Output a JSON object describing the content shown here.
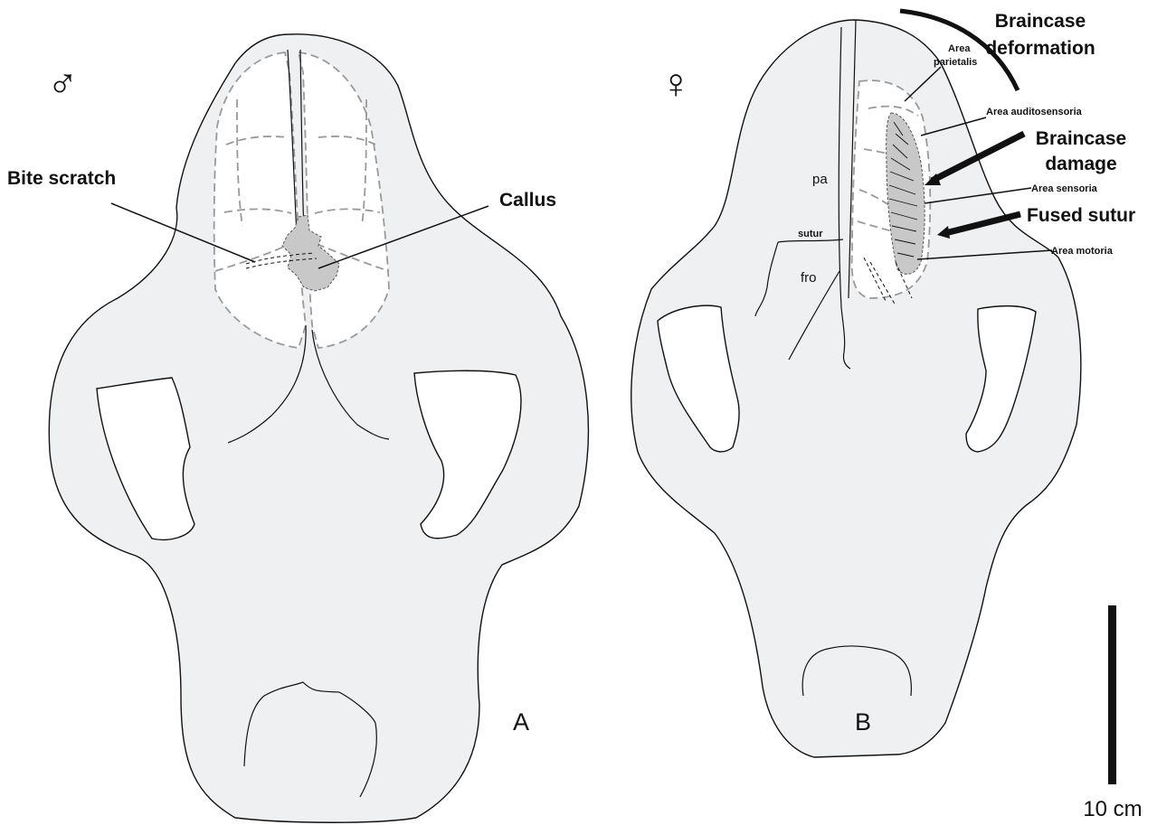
{
  "panels": [
    {
      "id": "A",
      "symbol": "♂",
      "labels": {
        "bite_scratch": "Bite scratch",
        "callus": "Callus"
      }
    },
    {
      "id": "B",
      "symbol": "♀",
      "labels": {
        "braincase_deformation_line1": "Braincase",
        "braincase_deformation_line2": "deformation",
        "area_parietalis_line1": "Area",
        "area_parietalis_line2": "parietalis",
        "area_auditosensoria": "Area auditosensoria",
        "braincase_damage_line1": "Braincase",
        "braincase_damage_line2": "damage",
        "area_sensoria": "Area sensoria",
        "fused_sutur": "Fused sutur",
        "area_motoria": "Area motoria",
        "pa": "pa",
        "sutur": "sutur",
        "fro": "fro"
      }
    }
  ],
  "scale_bar": {
    "label": "10 cm"
  },
  "colors": {
    "skull_fill": "#eff0f2",
    "lesion_fill": "#c8c8c8",
    "dash_stroke": "#9a9a9a"
  }
}
